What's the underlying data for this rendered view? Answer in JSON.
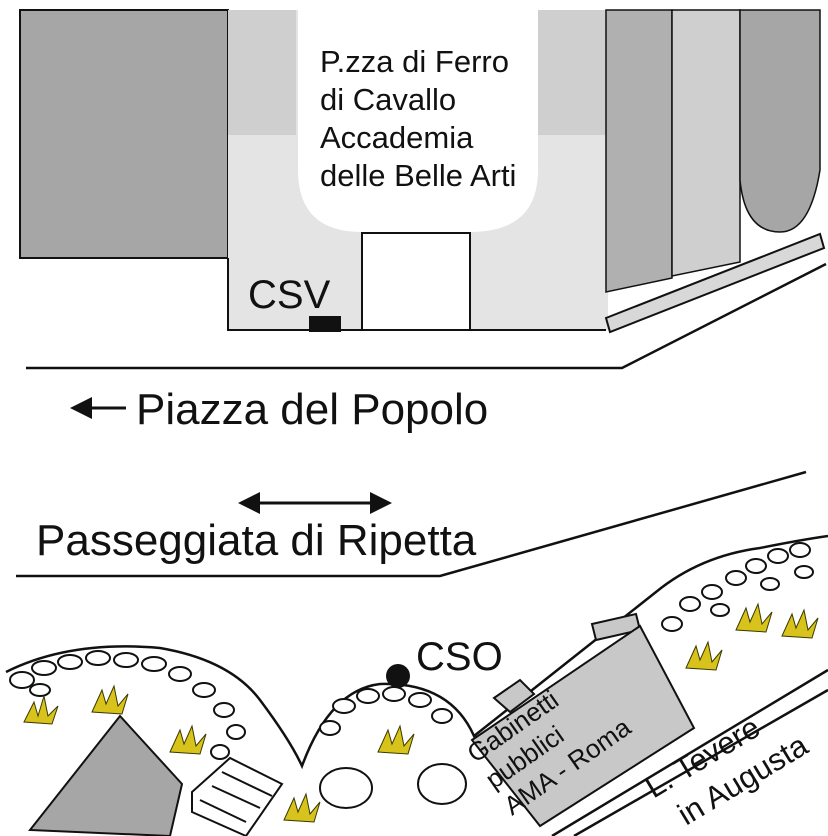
{
  "labels": {
    "accademia": [
      "P.zza di Ferro",
      "di Cavallo",
      "Accademia",
      "delle Belle Arti"
    ],
    "csv": "CSV",
    "piazza": "Piazza del Popolo",
    "passeggiata": "Passeggiata di Ripetta",
    "cso": "CSO",
    "gabinetti": [
      "Gabinetti",
      "pubblici",
      "AMA - Roma"
    ],
    "tevere": [
      "L. Tevere",
      "in Augusta"
    ]
  },
  "icons": {
    "left_arrow": "arrow-left-icon",
    "double_arrow": "double-arrow-icon",
    "csv_marker": "square-marker-icon",
    "cso_marker": "circle-marker-icon",
    "plants": "grass-tuft-icon",
    "rocks": "stone-wall-icon"
  },
  "colors": {
    "building_dark": "#a6a6a6",
    "building_mid": "#c8c8c8",
    "building_light": "#e4e4e4",
    "building_pale": "#efefef",
    "outline": "#111111",
    "plant": "#d8c21c",
    "marker": "#111111"
  }
}
